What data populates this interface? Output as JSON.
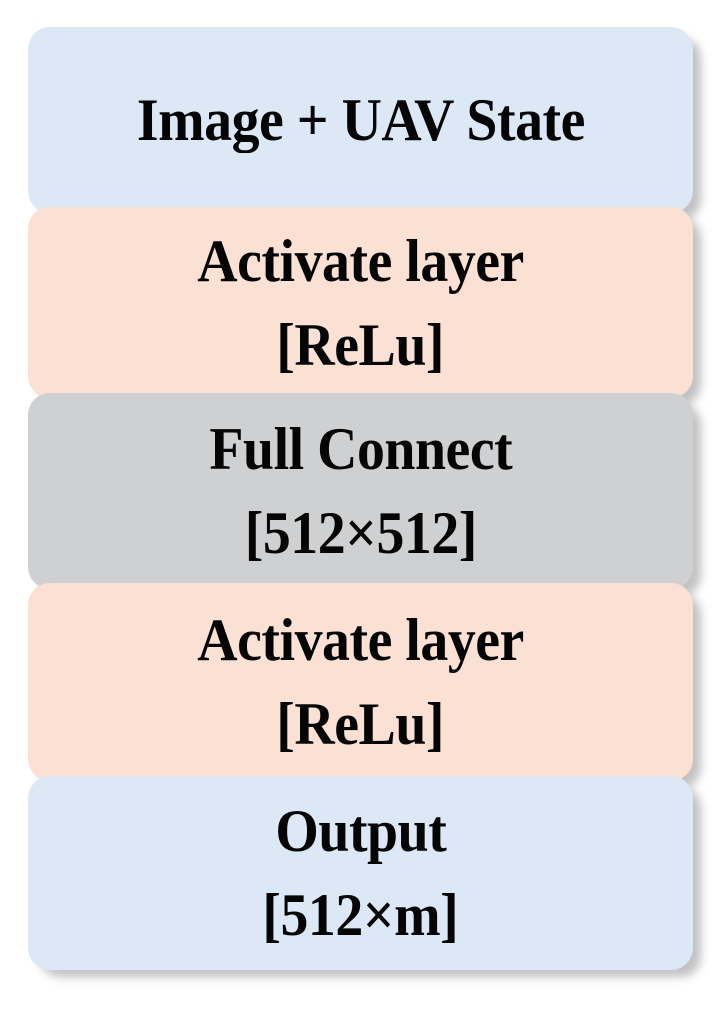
{
  "diagram": {
    "type": "flowchart-stack",
    "title": "UAV network layer stack",
    "orientation": "vertical",
    "colors": {
      "border": "#0c2636",
      "text": "#050505",
      "input_output_fill": "#dce8f5",
      "activation_fill": "#fbe1d4",
      "fullconnect_fill": "#cfd0d1",
      "background": "#ffffff",
      "shadow": "rgba(120,120,125,0.45)"
    },
    "nodes": [
      {
        "id": "input",
        "label": "Image + UAV State",
        "sublabel": "",
        "fill": "#dce8f5",
        "lines": 1
      },
      {
        "id": "activate-1",
        "label": "Activate layer",
        "sublabel": "[ReLu]",
        "fill": "#fbe1d4",
        "lines": 2
      },
      {
        "id": "full-connect",
        "label": "Full Connect",
        "sublabel": "[512×512]",
        "fill": "#cfd0d1",
        "lines": 2
      },
      {
        "id": "activate-2",
        "label": "Activate layer",
        "sublabel": "[ReLu]",
        "fill": "#fbe1d4",
        "lines": 2
      },
      {
        "id": "output",
        "label": "Output",
        "sublabel": "[512×m]",
        "fill": "#dce8f5",
        "lines": 2
      }
    ]
  }
}
